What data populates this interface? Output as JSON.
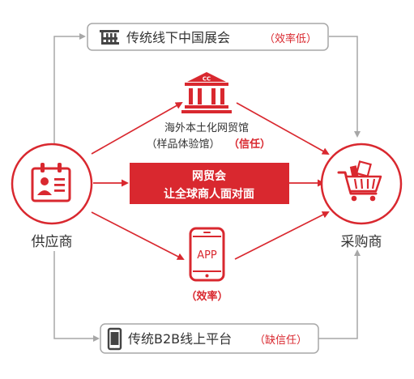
{
  "top_box": {
    "label": "传统线下中国展会",
    "tag": "（效率低）"
  },
  "bottom_box": {
    "label": "传统B2B线上平台",
    "tag": "（缺信任）"
  },
  "supplier": {
    "label": "供应商"
  },
  "buyer": {
    "label": "采购商"
  },
  "overseas": {
    "line1": "海外本土化网贸馆",
    "line2": "（样品体验馆）",
    "tag": "（信任）"
  },
  "center_banner": {
    "line1": "网贸会",
    "line2": "让全球商人面对面"
  },
  "app": {
    "text": "APP",
    "tag": "（效率）"
  },
  "colors": {
    "accent": "#d9282f",
    "gray": "#a7a7a7",
    "dark": "#444444"
  }
}
